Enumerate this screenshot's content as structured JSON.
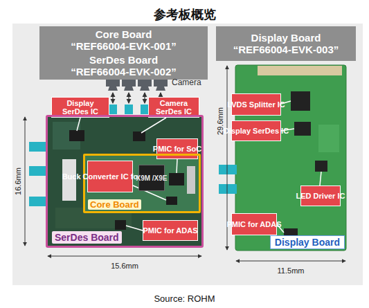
{
  "diagram": {
    "title": "参考板概览",
    "caption": "Source: ROHM",
    "nodes": [
      {
        "text": [
          "Core Board “REF66004-EVK-001”",
          "SerDes Board “REF66004-EVK-002”"
        ]
      },
      {
        "text": [
          "Display Board “REF66004-EVK-003”"
        ]
      },
      {
        "text": [
          "Display SerDes IC"
        ]
      },
      {
        "text": [
          "Camera SerDes IC"
        ]
      },
      {
        "text": [
          "SerDes Board"
        ]
      },
      {
        "text": [
          "PMIC for SoC"
        ],
        "in": 4
      },
      {
        "text": [
          "Core Board"
        ],
        "in": 4
      },
      {
        "text": [
          "Buck Converter IC for SoC"
        ],
        "in": 6
      },
      {
        "text": [
          "X9M /X9E"
        ],
        "in": 6
      },
      {
        "text": [
          "PMIC for ADAS"
        ],
        "in": 4
      },
      {
        "text": [
          "Display Board"
        ]
      },
      {
        "text": [
          "LVDS Splitter IC"
        ],
        "in": 10
      },
      {
        "text": [
          "Display SerDes IC"
        ],
        "in": 10
      },
      {
        "text": [
          "LED Driver IC"
        ],
        "in": 10
      },
      {
        "text": [
          "PMIC for ADAS"
        ],
        "in": 10
      }
    ],
    "labels": [
      "Camera",
      "16.6mm",
      "15.6mm",
      "29.6mm",
      "11.5mm"
    ]
  }
}
